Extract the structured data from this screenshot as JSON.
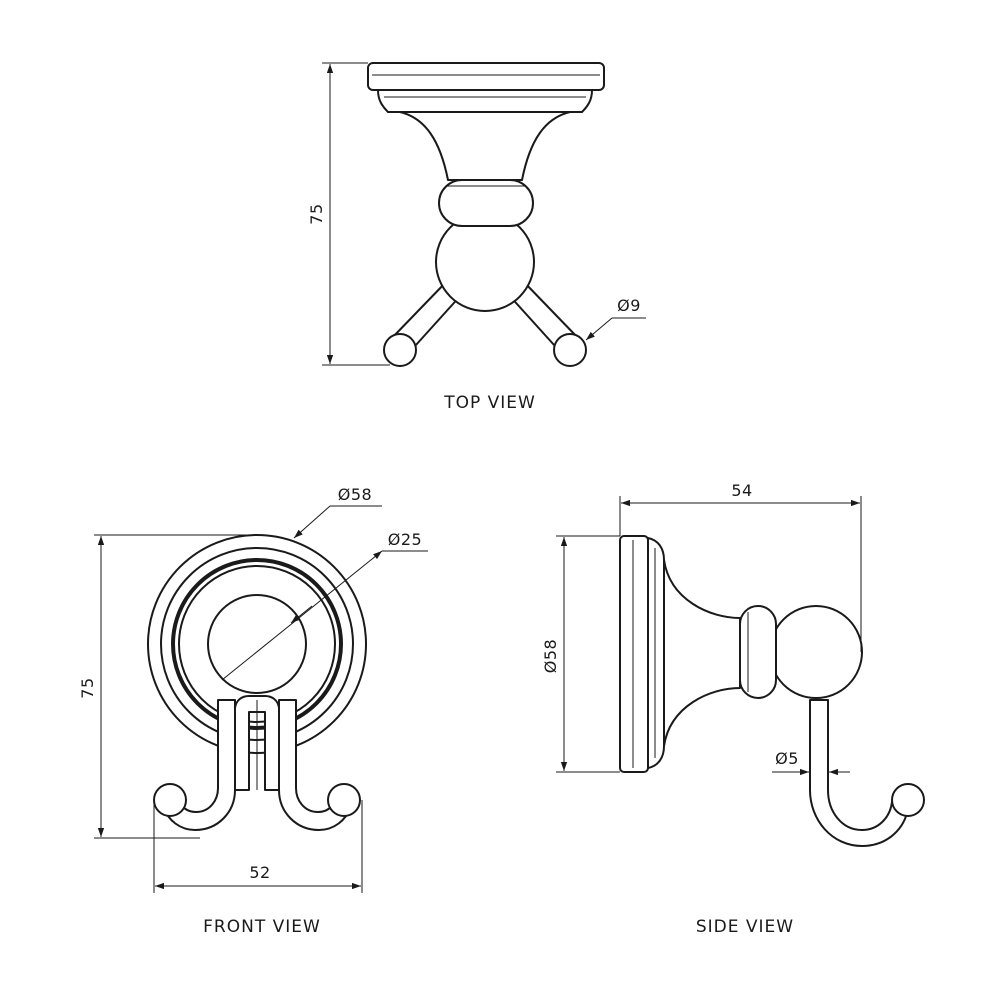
{
  "top_view": {
    "caption": "TOP VIEW",
    "height_label": "75",
    "ball_diameter_label": "Ø9"
  },
  "front_view": {
    "caption": "FRONT VIEW",
    "height_label": "75",
    "width_label": "52",
    "outer_diameter_label": "Ø58",
    "inner_diameter_label": "Ø25"
  },
  "side_view": {
    "caption": "SIDE VIEW",
    "depth_label": "54",
    "plate_diameter_label": "Ø58",
    "hook_diameter_label": "Ø5"
  }
}
